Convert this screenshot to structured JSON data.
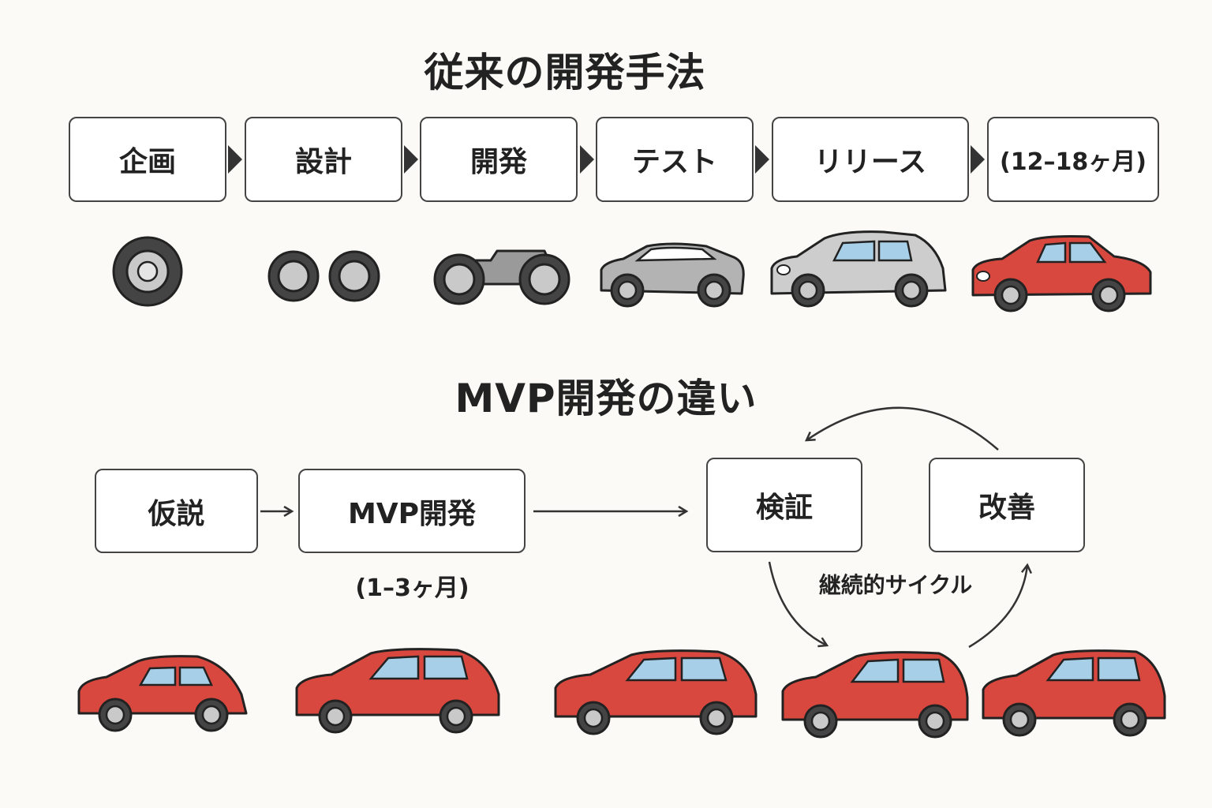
{
  "traditional": {
    "title": "従来の開発手法",
    "steps": [
      "企画",
      "設計",
      "開発",
      "テスト",
      "リリース",
      "(12–18ヶ月)"
    ]
  },
  "mvp": {
    "title": "MVP開発の違い",
    "steps": [
      "仮説",
      "MVP開発",
      "検証",
      "改善"
    ],
    "duration": "(1–3ヶ月)",
    "cycle_label": "継続的サイクル"
  },
  "colors": {
    "red_car": "#d9483f",
    "gray_car": "#c8c8c8",
    "dark_gray": "#a0a0a0",
    "outline": "#333333",
    "window": "#a8cfe8"
  },
  "icons": [
    "wheel-icon",
    "two-wheels-icon",
    "chassis-icon",
    "gray-coupe-icon",
    "gray-hatchback-icon",
    "red-sedan-icon",
    "red-hatchback-icon",
    "arrow-right-icon",
    "cycle-arrow-icon"
  ]
}
